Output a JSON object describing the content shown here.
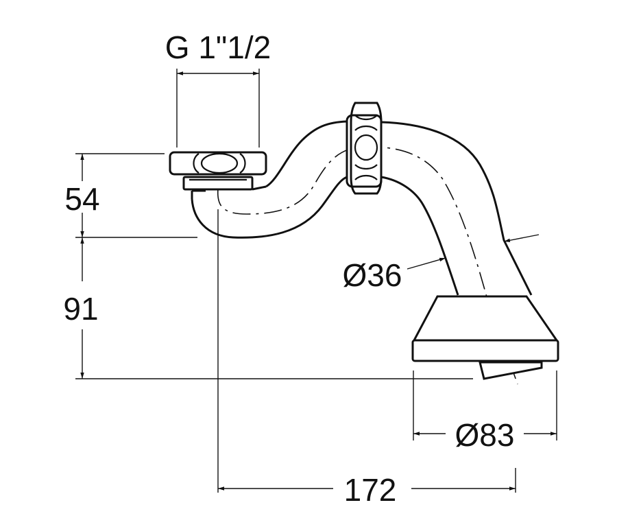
{
  "labels": {
    "thread": "G 1\"1/2",
    "height_upper": "54",
    "height_lower": "91",
    "pipe_diameter": "Ø36",
    "rose_diameter": "Ø83",
    "projection": "172"
  },
  "colors": {
    "line": "#111111",
    "background": "#ffffff"
  }
}
